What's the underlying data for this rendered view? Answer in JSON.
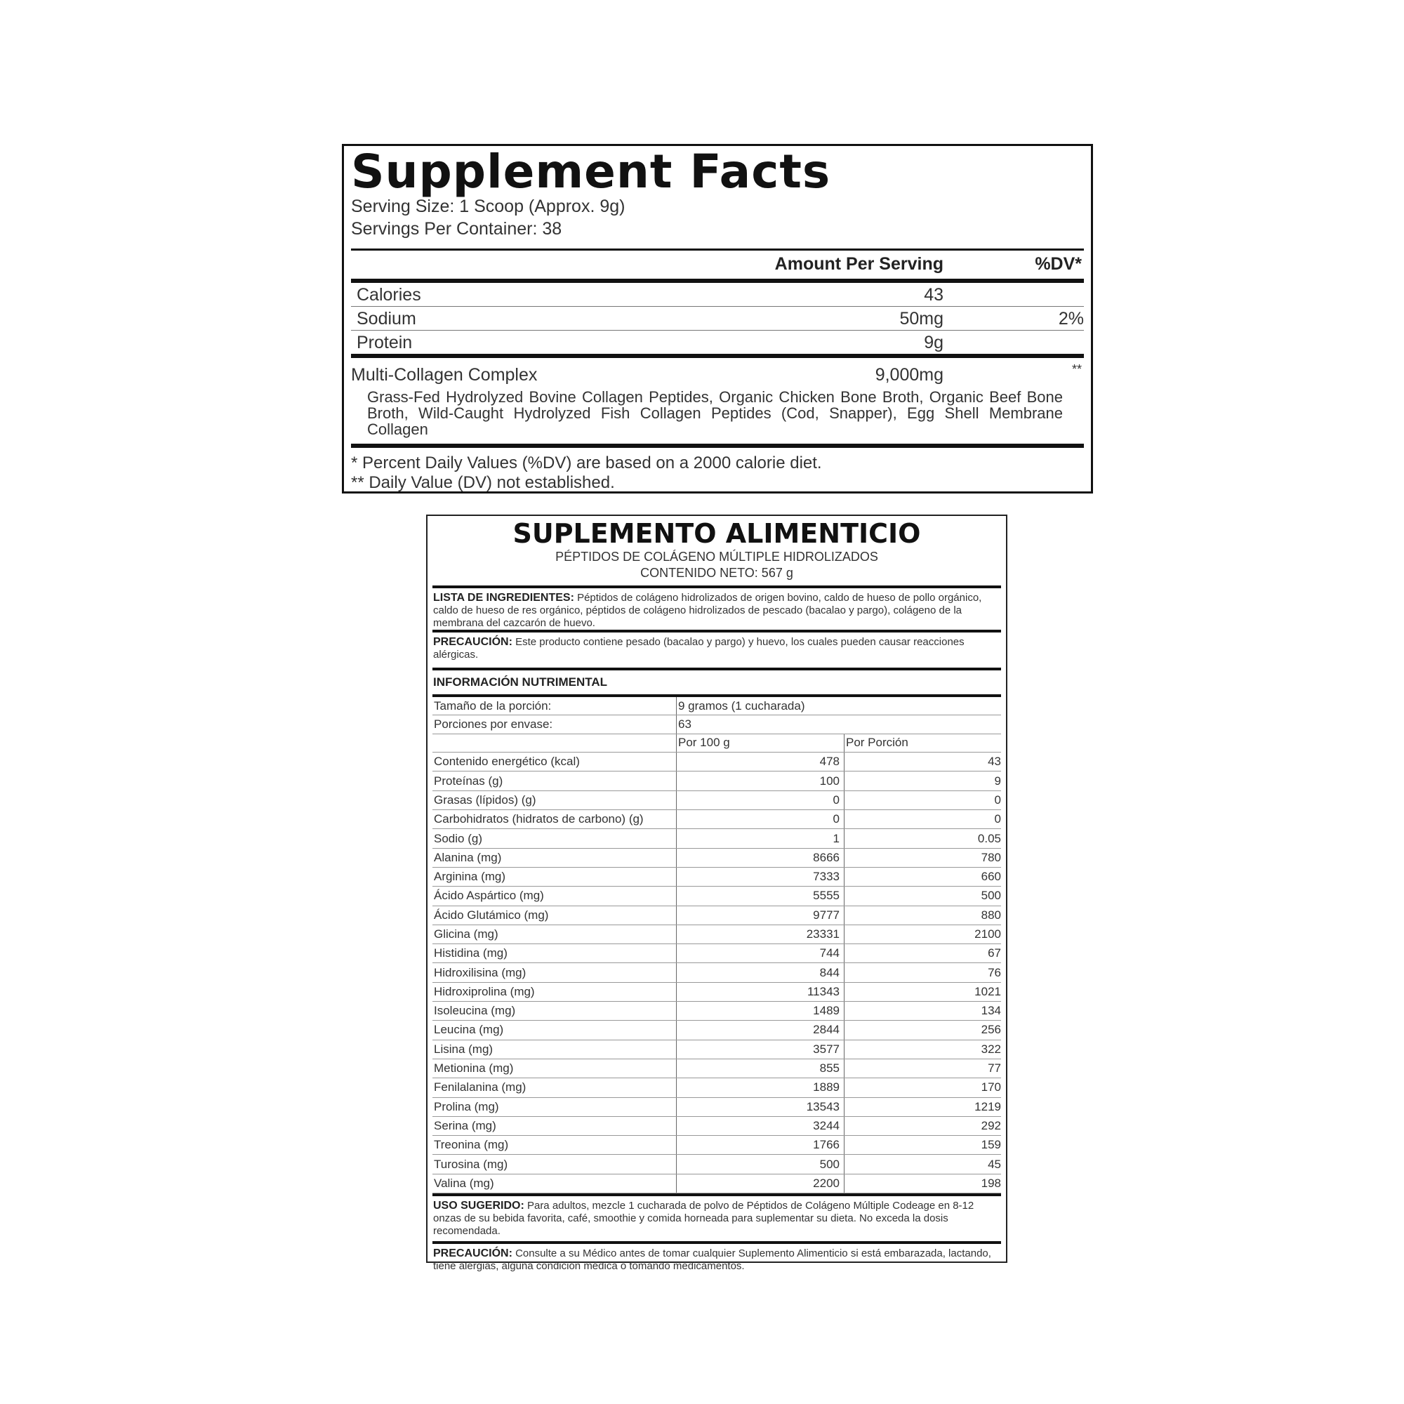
{
  "english": {
    "title": "Supplement Facts",
    "serving_size": "Serving Size: 1 Scoop (Approx. 9g)",
    "servings_per_container": "Servings Per Container: 38",
    "header_amount": "Amount Per Serving",
    "header_dv": "%DV*",
    "rows": [
      {
        "name": "Calories",
        "amount": "43",
        "dv": ""
      },
      {
        "name": "Sodium",
        "amount": "50mg",
        "dv": "2%"
      },
      {
        "name": "Protein",
        "amount": "9g",
        "dv": ""
      }
    ],
    "complex": {
      "name": "Multi-Collagen Complex",
      "amount": "9,000mg",
      "dv": "**"
    },
    "ingredients": "Grass-Fed Hydrolyzed Bovine Collagen Peptides, Organic Chicken Bone Broth, Organic Beef Bone Broth, Wild-Caught Hydrolyzed Fish Collagen Peptides (Cod, Snapper), Egg Shell Membrane Collagen",
    "footnote1": "* Percent Daily Values (%DV) are based on a 2000 calorie diet.",
    "footnote2": "** Daily Value (DV) not established."
  },
  "spanish": {
    "title": "SUPLEMENTO ALIMENTICIO",
    "subtitle": "PÉPTIDOS DE COLÁGENO MÚLTIPLE HIDROLIZADOS",
    "net_content": "CONTENIDO NETO: 567 g",
    "ingredients_label": "LISTA DE INGREDIENTES:",
    "ingredients_text": "Péptidos de colágeno hidrolizados de origen bovino, caldo de hueso de pollo orgánico, caldo de hueso de res orgánico, péptidos de colágeno hidrolizados de pescado (bacalao y pargo), colágeno de la membrana del cazcarón de huevo.",
    "caution1_label": "PRECAUCIÓN:",
    "caution1_text": "Este producto contiene pesado (bacalao y pargo) y huevo, los cuales pueden causar reacciones alérgicas.",
    "nutrition_label": "INFORMACIÓN NUTRIMENTAL",
    "portion_label": "Tamaño de la porción:",
    "portion_value": "9 gramos (1 cucharada)",
    "servings_label": "Porciones por envase:",
    "servings_value": "63",
    "col_100g": "Por 100 g",
    "col_portion": "Por Porción",
    "rows": [
      {
        "name": "Contenido energético (kcal)",
        "per100": "478",
        "portion": "43"
      },
      {
        "name": "Proteínas (g)",
        "per100": "100",
        "portion": "9"
      },
      {
        "name": "Grasas (lípidos) (g)",
        "per100": "0",
        "portion": "0"
      },
      {
        "name": "Carbohidratos (hidratos de carbono) (g)",
        "per100": "0",
        "portion": "0"
      },
      {
        "name": "Sodio (g)",
        "per100": "1",
        "portion": "0.05"
      },
      {
        "name": "Alanina (mg)",
        "per100": "8666",
        "portion": "780"
      },
      {
        "name": "Arginina (mg)",
        "per100": "7333",
        "portion": "660"
      },
      {
        "name": "Ácido Aspártico (mg)",
        "per100": "5555",
        "portion": "500"
      },
      {
        "name": "Ácido Glutámico (mg)",
        "per100": "9777",
        "portion": "880"
      },
      {
        "name": "Glicina (mg)",
        "per100": "23331",
        "portion": "2100"
      },
      {
        "name": "Histidina (mg)",
        "per100": "744",
        "portion": "67"
      },
      {
        "name": "Hidroxilisina (mg)",
        "per100": "844",
        "portion": "76"
      },
      {
        "name": "Hidroxiprolina (mg)",
        "per100": "11343",
        "portion": "1021"
      },
      {
        "name": "Isoleucina (mg)",
        "per100": "1489",
        "portion": "134"
      },
      {
        "name": "Leucina (mg)",
        "per100": "2844",
        "portion": "256"
      },
      {
        "name": "Lisina (mg)",
        "per100": "3577",
        "portion": "322"
      },
      {
        "name": "Metionina (mg)",
        "per100": "855",
        "portion": "77"
      },
      {
        "name": "Fenilalanina (mg)",
        "per100": "1889",
        "portion": "170"
      },
      {
        "name": "Prolina (mg)",
        "per100": "13543",
        "portion": "1219"
      },
      {
        "name": "Serina (mg)",
        "per100": "3244",
        "portion": "292"
      },
      {
        "name": "Treonina (mg)",
        "per100": "1766",
        "portion": "159"
      },
      {
        "name": "Turosina (mg)",
        "per100": "500",
        "portion": "45"
      },
      {
        "name": "Valina (mg)",
        "per100": "2200",
        "portion": "198"
      }
    ],
    "usage_label": "USO SUGERIDO:",
    "usage_text": "Para adultos, mezcle 1 cucharada de polvo de Péptidos de Colágeno Múltiple Codeage en 8-12 onzas de su bebida favorita, café, smoothie y comida horneada para suplementar su dieta. No exceda la dosis recomendada.",
    "caution2_label": "PRECAUCIÓN:",
    "caution2_text": "Consulte a su Médico antes de tomar cualquier Suplemento Alimenticio si está embarazada, lactando, tiene alergias, alguna condición médica o tomando medicamentos."
  }
}
